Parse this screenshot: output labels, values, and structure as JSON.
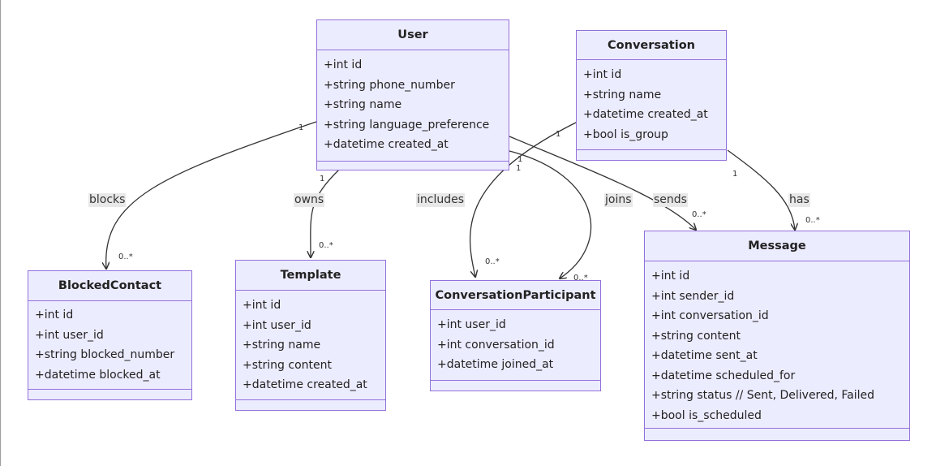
{
  "classes": {
    "user": {
      "name": "User",
      "attributes": [
        "+int id",
        "+string phone_number",
        "+string name",
        "+string language_preference",
        "+datetime created_at"
      ]
    },
    "conversation": {
      "name": "Conversation",
      "attributes": [
        "+int id",
        "+string name",
        "+datetime created_at",
        "+bool is_group"
      ]
    },
    "blocked_contact": {
      "name": "BlockedContact",
      "attributes": [
        "+int id",
        "+int user_id",
        "+string blocked_number",
        "+datetime blocked_at"
      ]
    },
    "template": {
      "name": "Template",
      "attributes": [
        "+int id",
        "+int user_id",
        "+string name",
        "+string content",
        "+datetime created_at"
      ]
    },
    "conversation_participant": {
      "name": "ConversationParticipant",
      "attributes": [
        "+int user_id",
        "+int conversation_id",
        "+datetime joined_at"
      ]
    },
    "message": {
      "name": "Message",
      "attributes": [
        "+int id",
        "+int sender_id",
        "+int conversation_id",
        "+string content",
        "+datetime sent_at",
        "+datetime scheduled_for",
        "+string status // Sent, Delivered, Failed",
        "+bool is_scheduled"
      ]
    }
  },
  "relations": {
    "blocks": {
      "label": "blocks",
      "from_mult": "1",
      "to_mult": "0..*"
    },
    "owns": {
      "label": "owns",
      "from_mult": "1",
      "to_mult": "0..*"
    },
    "includes": {
      "label": "includes",
      "from_mult": "1",
      "to_mult": "0..*"
    },
    "joins": {
      "label": "joins",
      "from_mult": "1",
      "to_mult": "0..*"
    },
    "sends": {
      "label": "sends",
      "from_mult": "1",
      "to_mult": "0..*"
    },
    "has": {
      "label": "has",
      "from_mult": "1",
      "to_mult": "0..*"
    }
  },
  "colors": {
    "box_fill": "#ececff",
    "box_border": "#9370db",
    "edge": "#333333",
    "label_bg": "#e8e8e8"
  }
}
